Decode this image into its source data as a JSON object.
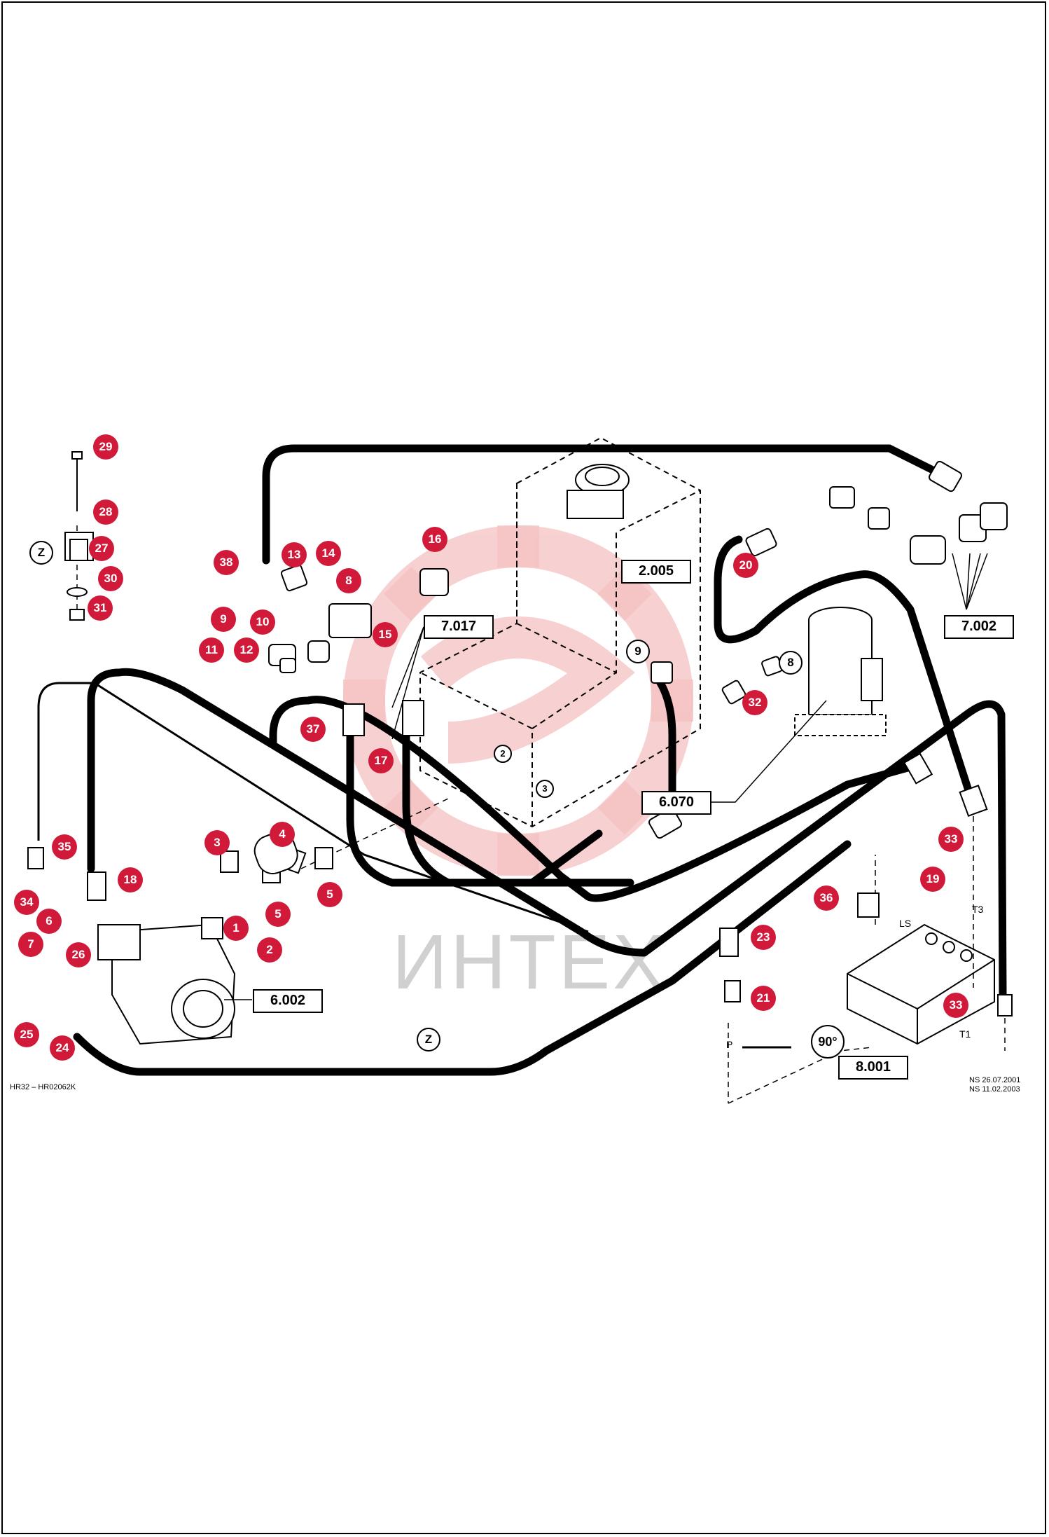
{
  "ref_boxes": [
    "2.005",
    "7.017",
    "7.002",
    "6.070",
    "6.002",
    "8.001"
  ],
  "badges": [
    "29",
    "28",
    "27",
    "30",
    "31",
    "38",
    "13",
    "14",
    "8",
    "16",
    "9",
    "10",
    "11",
    "12",
    "15",
    "37",
    "17",
    "20",
    "32",
    "35",
    "34",
    "6",
    "7",
    "18",
    "3",
    "4",
    "1",
    "2",
    "5",
    "5",
    "26",
    "25",
    "24",
    "33",
    "19",
    "36",
    "23",
    "21",
    "33"
  ],
  "circle_labels": [
    "Z",
    "Z",
    "8",
    "9",
    "90°",
    "2",
    "3"
  ],
  "small_labels": [
    "LS",
    "T3",
    "T1",
    "P"
  ],
  "footer": {
    "left": "HR32 – HR02062K",
    "right_line1": "NS  26.07.2001",
    "right_line2": "NS  11.02.2003"
  },
  "watermark": "ИНТЕХ",
  "colors": {
    "badge": "#d11a3a",
    "hose": "#000000",
    "watermark": "#f3b7b7"
  }
}
